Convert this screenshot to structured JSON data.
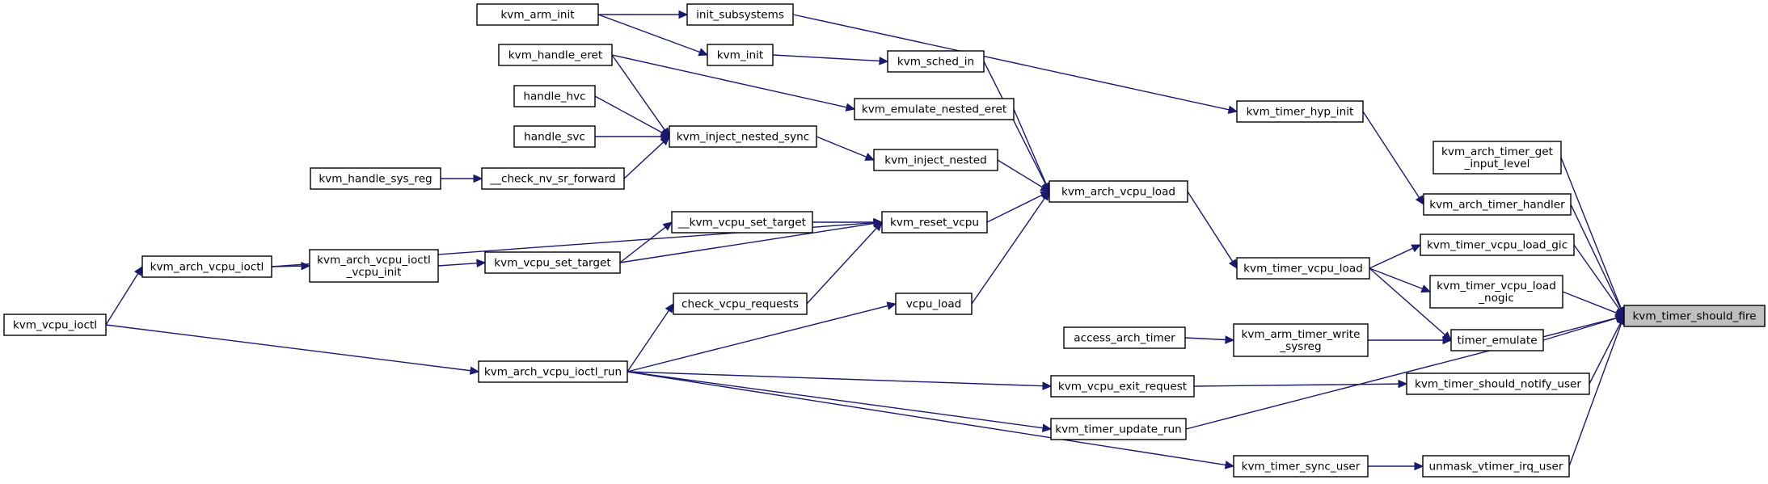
{
  "graph": {
    "type": "call-graph",
    "edge_color": "#191970",
    "root_fill": "#bfbfbf",
    "nodes": [
      {
        "id": "kvm_arm_init",
        "lines": [
          "kvm_arm_init"
        ]
      },
      {
        "id": "init_subsystems",
        "lines": [
          "init_subsystems"
        ]
      },
      {
        "id": "kvm_init",
        "lines": [
          "kvm_init"
        ]
      },
      {
        "id": "kvm_handle_eret",
        "lines": [
          "kvm_handle_eret"
        ]
      },
      {
        "id": "kvm_sched_in",
        "lines": [
          "kvm_sched_in"
        ]
      },
      {
        "id": "handle_hvc",
        "lines": [
          "handle_hvc"
        ]
      },
      {
        "id": "kvm_emulate_nested_eret",
        "lines": [
          "kvm_emulate_nested_eret"
        ]
      },
      {
        "id": "kvm_timer_hyp_init",
        "lines": [
          "kvm_timer_hyp_init"
        ]
      },
      {
        "id": "handle_svc",
        "lines": [
          "handle_svc"
        ]
      },
      {
        "id": "kvm_inject_nested_sync",
        "lines": [
          "kvm_inject_nested_sync"
        ]
      },
      {
        "id": "kvm_inject_nested",
        "lines": [
          "kvm_inject_nested"
        ]
      },
      {
        "id": "kvm_arch_timer_get_input_level",
        "lines": [
          "kvm_arch_timer_get",
          "_input_level"
        ]
      },
      {
        "id": "kvm_handle_sys_reg",
        "lines": [
          "kvm_handle_sys_reg"
        ]
      },
      {
        "id": "__check_nv_sr_forward",
        "lines": [
          "__check_nv_sr_forward"
        ]
      },
      {
        "id": "kvm_arch_vcpu_load",
        "lines": [
          "kvm_arch_vcpu_load"
        ]
      },
      {
        "id": "kvm_arch_timer_handler",
        "lines": [
          "kvm_arch_timer_handler"
        ]
      },
      {
        "id": "__kvm_vcpu_set_target",
        "lines": [
          "__kvm_vcpu_set_target"
        ]
      },
      {
        "id": "kvm_reset_vcpu",
        "lines": [
          "kvm_reset_vcpu"
        ]
      },
      {
        "id": "kvm_timer_vcpu_load_gic",
        "lines": [
          "kvm_timer_vcpu_load_gic"
        ]
      },
      {
        "id": "kvm_arch_vcpu_ioctl",
        "lines": [
          "kvm_arch_vcpu_ioctl"
        ]
      },
      {
        "id": "kvm_arch_vcpu_ioctl_vcpu_init",
        "lines": [
          "kvm_arch_vcpu_ioctl",
          "_vcpu_init"
        ]
      },
      {
        "id": "kvm_vcpu_set_target",
        "lines": [
          "kvm_vcpu_set_target"
        ]
      },
      {
        "id": "kvm_timer_vcpu_load",
        "lines": [
          "kvm_timer_vcpu_load"
        ]
      },
      {
        "id": "kvm_timer_vcpu_load_nogic",
        "lines": [
          "kvm_timer_vcpu_load",
          "_nogic"
        ]
      },
      {
        "id": "kvm_timer_should_fire",
        "lines": [
          "kvm_timer_should_fire"
        ],
        "root": true
      },
      {
        "id": "kvm_vcpu_ioctl",
        "lines": [
          "kvm_vcpu_ioctl"
        ]
      },
      {
        "id": "check_vcpu_requests",
        "lines": [
          "check_vcpu_requests"
        ]
      },
      {
        "id": "vcpu_load",
        "lines": [
          "vcpu_load"
        ]
      },
      {
        "id": "access_arch_timer",
        "lines": [
          "access_arch_timer"
        ]
      },
      {
        "id": "kvm_arm_timer_write_sysreg",
        "lines": [
          "kvm_arm_timer_write",
          "_sysreg"
        ]
      },
      {
        "id": "timer_emulate",
        "lines": [
          "timer_emulate"
        ]
      },
      {
        "id": "kvm_arch_vcpu_ioctl_run",
        "lines": [
          "kvm_arch_vcpu_ioctl_run"
        ]
      },
      {
        "id": "kvm_vcpu_exit_request",
        "lines": [
          "kvm_vcpu_exit_request"
        ]
      },
      {
        "id": "kvm_timer_should_notify_user",
        "lines": [
          "kvm_timer_should_notify_user"
        ]
      },
      {
        "id": "kvm_timer_update_run",
        "lines": [
          "kvm_timer_update_run"
        ]
      },
      {
        "id": "kvm_timer_sync_user",
        "lines": [
          "kvm_timer_sync_user"
        ]
      },
      {
        "id": "unmask_vtimer_irq_user",
        "lines": [
          "unmask_vtimer_irq_user"
        ]
      }
    ],
    "edges": [
      {
        "from": "kvm_arm_init",
        "to": "init_subsystems"
      },
      {
        "from": "kvm_arm_init",
        "to": "kvm_init"
      },
      {
        "from": "init_subsystems",
        "to": "kvm_timer_hyp_init"
      },
      {
        "from": "kvm_init",
        "to": "kvm_sched_in"
      },
      {
        "from": "kvm_sched_in",
        "to": "kvm_arch_vcpu_load"
      },
      {
        "from": "kvm_handle_eret",
        "to": "kvm_emulate_nested_eret"
      },
      {
        "from": "kvm_handle_eret",
        "to": "kvm_inject_nested_sync"
      },
      {
        "from": "kvm_emulate_nested_eret",
        "to": "kvm_arch_vcpu_load"
      },
      {
        "from": "handle_hvc",
        "to": "kvm_inject_nested_sync"
      },
      {
        "from": "handle_svc",
        "to": "kvm_inject_nested_sync"
      },
      {
        "from": "kvm_handle_sys_reg",
        "to": "__check_nv_sr_forward"
      },
      {
        "from": "__check_nv_sr_forward",
        "to": "kvm_inject_nested_sync"
      },
      {
        "from": "kvm_inject_nested_sync",
        "to": "kvm_inject_nested"
      },
      {
        "from": "kvm_inject_nested",
        "to": "kvm_arch_vcpu_load"
      },
      {
        "from": "kvm_reset_vcpu",
        "to": "kvm_arch_vcpu_load"
      },
      {
        "from": "vcpu_load",
        "to": "kvm_arch_vcpu_load"
      },
      {
        "from": "kvm_arch_vcpu_load",
        "to": "kvm_timer_vcpu_load"
      },
      {
        "from": "kvm_timer_hyp_init",
        "to": "kvm_arch_timer_handler"
      },
      {
        "from": "kvm_arch_timer_handler",
        "to": "kvm_timer_should_fire"
      },
      {
        "from": "kvm_arch_timer_get_input_level",
        "to": "kvm_timer_should_fire"
      },
      {
        "from": "kvm_timer_vcpu_load",
        "to": "kvm_timer_vcpu_load_gic"
      },
      {
        "from": "kvm_timer_vcpu_load",
        "to": "kvm_timer_vcpu_load_nogic"
      },
      {
        "from": "kvm_timer_vcpu_load",
        "to": "timer_emulate"
      },
      {
        "from": "kvm_timer_vcpu_load_gic",
        "to": "kvm_timer_should_fire"
      },
      {
        "from": "kvm_timer_vcpu_load_nogic",
        "to": "kvm_timer_should_fire"
      },
      {
        "from": "timer_emulate",
        "to": "kvm_timer_should_fire"
      },
      {
        "from": "access_arch_timer",
        "to": "kvm_arm_timer_write_sysreg"
      },
      {
        "from": "kvm_arm_timer_write_sysreg",
        "to": "timer_emulate"
      },
      {
        "from": "kvm_vcpu_ioctl",
        "to": "kvm_arch_vcpu_ioctl"
      },
      {
        "from": "kvm_vcpu_ioctl",
        "to": "kvm_arch_vcpu_ioctl_run"
      },
      {
        "from": "kvm_arch_vcpu_ioctl",
        "to": "kvm_arch_vcpu_ioctl_vcpu_init"
      },
      {
        "from": "kvm_arch_vcpu_ioctl",
        "to": "kvm_reset_vcpu"
      },
      {
        "from": "kvm_arch_vcpu_ioctl_vcpu_init",
        "to": "kvm_vcpu_set_target"
      },
      {
        "from": "kvm_vcpu_set_target",
        "to": "__kvm_vcpu_set_target"
      },
      {
        "from": "kvm_vcpu_set_target",
        "to": "kvm_reset_vcpu"
      },
      {
        "from": "__kvm_vcpu_set_target",
        "to": "kvm_reset_vcpu"
      },
      {
        "from": "check_vcpu_requests",
        "to": "kvm_reset_vcpu"
      },
      {
        "from": "kvm_arch_vcpu_ioctl_run",
        "to": "check_vcpu_requests"
      },
      {
        "from": "kvm_arch_vcpu_ioctl_run",
        "to": "vcpu_load"
      },
      {
        "from": "kvm_arch_vcpu_ioctl_run",
        "to": "kvm_vcpu_exit_request"
      },
      {
        "from": "kvm_arch_vcpu_ioctl_run",
        "to": "kvm_timer_update_run"
      },
      {
        "from": "kvm_arch_vcpu_ioctl_run",
        "to": "kvm_timer_sync_user"
      },
      {
        "from": "kvm_vcpu_exit_request",
        "to": "kvm_timer_should_notify_user"
      },
      {
        "from": "kvm_timer_should_notify_user",
        "to": "kvm_timer_should_fire"
      },
      {
        "from": "kvm_timer_update_run",
        "to": "kvm_timer_should_fire"
      },
      {
        "from": "kvm_timer_sync_user",
        "to": "unmask_vtimer_irq_user"
      },
      {
        "from": "unmask_vtimer_irq_user",
        "to": "kvm_timer_should_fire"
      }
    ]
  }
}
